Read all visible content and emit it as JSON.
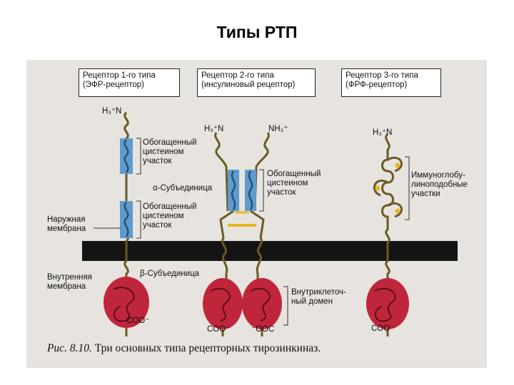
{
  "slide_title": "Типы РТП",
  "receptors": [
    {
      "title_line1": "Рецептор 1-го типа",
      "title_line2": "(ЭФР-рецептор)"
    },
    {
      "title_line1": "Рецептор 2-го типа",
      "title_line2": "(инсулиновый рецептор)"
    },
    {
      "title_line1": "Рецептор 3-го типа",
      "title_line2": "(ФРФ-рецептор)"
    }
  ],
  "labels": {
    "n_term": "H₃⁺N",
    "n_term_alt": "NH₃⁺",
    "c_term": "COO⁻",
    "c_term_alt": "⁻OOC",
    "cys_rich_1": "Обогащенный цистеином участок",
    "cys_rich_2": "Обогащенный цистеином участок",
    "cys_rich_3": "Обогащенный цистеином участок",
    "alpha_subunit": "α-Субъединица",
    "beta_subunit": "β-Субъединица",
    "outer_membrane": "Наружная мембрана",
    "inner_membrane": "Внутренняя мембрана",
    "intracellular_domain": "Внутриклеточ-ный домен",
    "ig_like": "Иммуноглобу-линоподобные участки"
  },
  "caption": {
    "prefix": "Рис. 8.10.",
    "text": "Три основных типа рецепторных тирозинкиназ."
  },
  "colors": {
    "membrane": "#141414",
    "cys_block": "#5e9bd0",
    "kinase_domain": "#c0263b",
    "chain": "#6b5a25",
    "disulfide": "#e8b820",
    "figure_bg": "#e7e3df"
  }
}
